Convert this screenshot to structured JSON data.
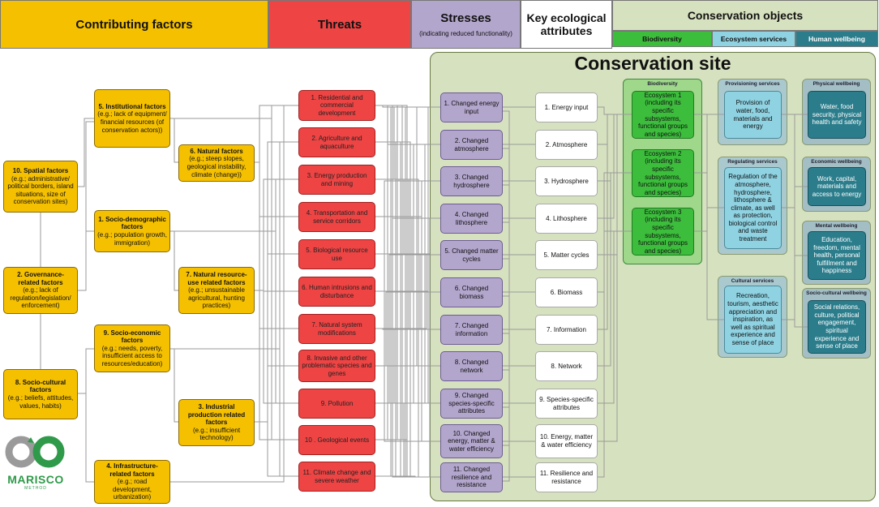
{
  "header": {
    "contributing": "Contributing factors",
    "threats": "Threats",
    "stresses": "Stresses",
    "stresses_sub": "(indicating reduced functionality)",
    "kea": "Key ecological attributes",
    "conservation_objects": "Conservation objects",
    "sub_biodiversity": "Biodiversity",
    "sub_ecosystem_services": "Ecosystem services",
    "sub_human_wellbeing": "Human wellbeing"
  },
  "site_title": "Conservation site",
  "contributing_factors": [
    {
      "id": "cf10",
      "label": "10. Spatial factors",
      "desc": "(e.g.; administrative/ political borders, island situations, size of conservation sites)"
    },
    {
      "id": "cf2",
      "label": "2. Governance-related factors",
      "desc": "(e.g.; lack of regulation/legislation/ enforcement)"
    },
    {
      "id": "cf8",
      "label": "8. Socio-cultural factors",
      "desc": "(e.g.; beliefs, attitudes, values, habits)"
    },
    {
      "id": "cf5",
      "label": "5. Institutional factors",
      "desc": "(e.g.; lack of equipment/ financial resources (of conservation actors))"
    },
    {
      "id": "cf1",
      "label": "1. Socio-demographic factors",
      "desc": "(e.g.; population growth, immigration)"
    },
    {
      "id": "cf9",
      "label": "9. Socio-economic factors",
      "desc": "(e.g.; needs, poverty, insufficient access to resources/education)"
    },
    {
      "id": "cf4",
      "label": "4. Infrastructure-related factors",
      "desc": "(e.g.; road development, urbanization)"
    },
    {
      "id": "cf6",
      "label": "6. Natural factors",
      "desc": "(e.g.; steep slopes, geological instability, climate (change))"
    },
    {
      "id": "cf7",
      "label": "7. Natural resource-use related factors",
      "desc": "(e.g.; unsustainable agricultural, hunting practices)"
    },
    {
      "id": "cf3",
      "label": "3. Industrial production related factors",
      "desc": "(e.g.; insufficient technology)"
    }
  ],
  "threats": [
    "1. Residential and commercial development",
    "2. Agriculture and aquaculture",
    "3. Energy production and mining",
    "4. Transportation and service corridors",
    "5. Biological resource use",
    "6. Human intrusions and disturbance",
    "7. Natural system modifications",
    "8. Invasive and other problematic species and genes",
    "9. Pollution",
    "10 . Geological events",
    "11. Climate change and severe weather"
  ],
  "stresses": [
    "1. Changed energy input",
    "2. Changed atmosphere",
    "3. Changed hydrosphere",
    "4. Changed lithosphere",
    "5. Changed matter cycles",
    "6. Changed biomass",
    "7. Changed information",
    "8. Changed network",
    "9. Changed species-specific attributes",
    "10. Changed energy, matter & water efficiency",
    "11. Changed resilience and resistance"
  ],
  "kea": [
    "1. Energy input",
    "2. Atmosphere",
    "3. Hydrosphere",
    "4. Lithosphere",
    "5. Matter cycles",
    "6. Biomass",
    "7. Information",
    "8. Network",
    "9. Species-specific attributes",
    "10. Energy, matter & water efficiency",
    "11. Resilience and resistance"
  ],
  "biodiversity": {
    "title": "Biodiversity",
    "ecosystems": [
      {
        "name": "Ecosystem 1",
        "desc": "(including its specific subsystems, functional groups and species)"
      },
      {
        "name": "Ecosystem 2",
        "desc": "(including its specific subsystems, functional groups and species)"
      },
      {
        "name": "Ecosystem 3",
        "desc": "(including its specific subsystems, functional groups and species)"
      }
    ]
  },
  "ecosystem_services": [
    {
      "title": "Provisioning services",
      "text": "Provision of water, food, materials and energy"
    },
    {
      "title": "Regulating services",
      "text": "Regulation of the atmosphere, hydrosphere, lithosphere & climate, as well as protection, biological control and waste treatment"
    },
    {
      "title": "Cultural services",
      "text": "Recreation, tourism, aesthetic appreciation and inspiration, as well as spiritual experience and sense of place"
    }
  ],
  "human_wellbeing": [
    {
      "title": "Physical wellbeing",
      "text": "Water, food security, physical health and safety"
    },
    {
      "title": "Economic wellbeing",
      "text": "Work, capital, materials and access to energy"
    },
    {
      "title": "Mental wellbeing",
      "text": "Education, freedom, mental health, personal fulfillment and happiness"
    },
    {
      "title": "Socio-cultural wellbeing",
      "text": "Social relations, culture, political engagement, spiritual experience and sense of place"
    }
  ],
  "logo": {
    "name": "MARISCO",
    "sub": "METHOD"
  },
  "colors": {
    "contributing": "#f5c000",
    "threats": "#ee4444",
    "stresses": "#b3a6cd",
    "kea": "#ffffff",
    "biodiversity": "#3cbe3c",
    "ecosystem_services": "#8fd3e3",
    "human_wellbeing": "#2b7d8c",
    "site": "#d6e1bf"
  }
}
